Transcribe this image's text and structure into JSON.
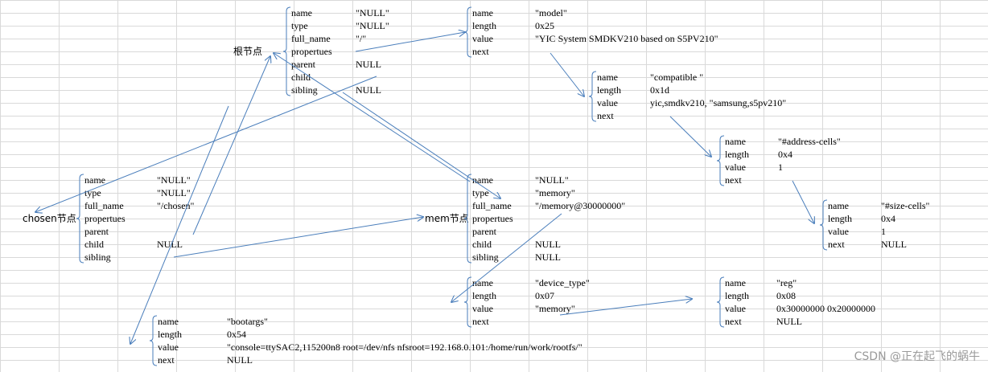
{
  "labels": {
    "root": "根节点",
    "chosen": "chosen节点",
    "mem": "mem节点"
  },
  "nodes": {
    "root": [
      {
        "k": "name",
        "v": "\"NULL\""
      },
      {
        "k": "type",
        "v": "\"NULL\""
      },
      {
        "k": "full_name",
        "v": "\"/\""
      },
      {
        "k": "propertues",
        "v": ""
      },
      {
        "k": "parent",
        "v": "NULL"
      },
      {
        "k": "child",
        "v": ""
      },
      {
        "k": "sibling",
        "v": "NULL"
      }
    ],
    "model": [
      {
        "k": "name",
        "v": "\"model\""
      },
      {
        "k": "length",
        "v": "0x25"
      },
      {
        "k": "value",
        "v": "\"YIC System SMDKV210 based on S5PV210\""
      },
      {
        "k": "next",
        "v": ""
      }
    ],
    "compatible": [
      {
        "k": "name",
        "v": "\"compatible \""
      },
      {
        "k": "length",
        "v": "0x1d"
      },
      {
        "k": "value",
        "v": "yic,smdkv210, \"samsung,s5pv210\""
      },
      {
        "k": "next",
        "v": ""
      }
    ],
    "address_cells": [
      {
        "k": "name",
        "v": "\"#address-cells\""
      },
      {
        "k": "length",
        "v": "0x4"
      },
      {
        "k": "value",
        "v": "1"
      },
      {
        "k": "next",
        "v": ""
      }
    ],
    "size_cells": [
      {
        "k": "name",
        "v": "\"#size-cells\""
      },
      {
        "k": "length",
        "v": "0x4"
      },
      {
        "k": "value",
        "v": "1"
      },
      {
        "k": "next",
        "v": "NULL"
      }
    ],
    "chosen": [
      {
        "k": "name",
        "v": "\"NULL\""
      },
      {
        "k": "type",
        "v": "\"NULL\""
      },
      {
        "k": "full_name",
        "v": "\"/chosen\""
      },
      {
        "k": "propertues",
        "v": ""
      },
      {
        "k": "parent",
        "v": ""
      },
      {
        "k": "child",
        "v": "NULL"
      },
      {
        "k": "sibling",
        "v": ""
      }
    ],
    "mem": [
      {
        "k": "name",
        "v": "\"NULL\""
      },
      {
        "k": "type",
        "v": "\"memory\""
      },
      {
        "k": "full_name",
        "v": "\"/memory@30000000\""
      },
      {
        "k": "propertues",
        "v": ""
      },
      {
        "k": "parent",
        "v": ""
      },
      {
        "k": "child",
        "v": "NULL"
      },
      {
        "k": "sibling",
        "v": "NULL"
      }
    ],
    "device_type": [
      {
        "k": "name",
        "v": "\"device_type\""
      },
      {
        "k": "length",
        "v": "0x07"
      },
      {
        "k": "value",
        "v": "\"memory\""
      },
      {
        "k": "next",
        "v": ""
      }
    ],
    "reg": [
      {
        "k": "name",
        "v": "\"reg\""
      },
      {
        "k": "length",
        "v": "0x08"
      },
      {
        "k": "value",
        "v": "0x30000000 0x20000000"
      },
      {
        "k": "next",
        "v": "NULL"
      }
    ],
    "bootargs": [
      {
        "k": "name",
        "v": "\"bootargs\""
      },
      {
        "k": "length",
        "v": "0x54"
      },
      {
        "k": "value",
        "v": "\"console=ttySAC2,115200n8 root=/dev/nfs nfsroot=192.168.0.101:/home/run/work/rootfs/\""
      },
      {
        "k": "next",
        "v": "NULL"
      }
    ]
  },
  "watermark": "CSDN @正在起飞的蜗牛",
  "colors": {
    "grid": "#d9d9d9",
    "brace": "#4a7ebb",
    "arrow": "#4a7ebb"
  }
}
